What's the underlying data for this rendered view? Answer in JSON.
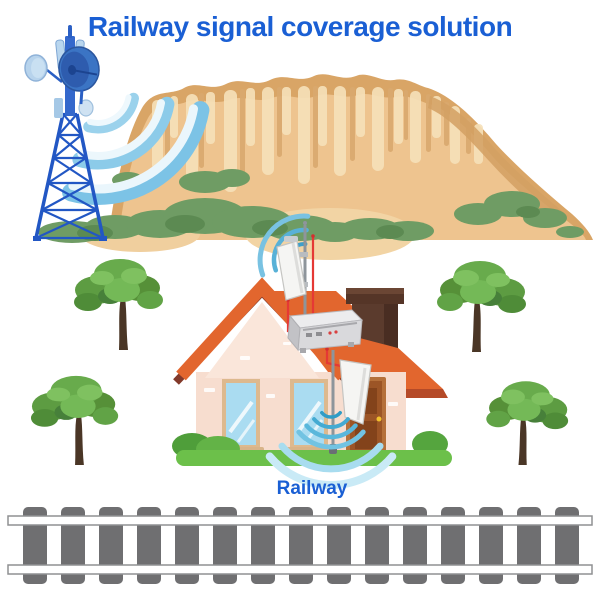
{
  "title": "Railway signal coverage solution",
  "labels": {
    "railway": "Railway"
  },
  "colors": {
    "title_blue": "#1a5fd4",
    "tower_blue": "#2257c4",
    "dish_blue": "#3b74c4",
    "signal_wave_blue": "#7cc3e6",
    "mountain_tan": "#eec48f",
    "mountain_ridge": "#d9a566",
    "cliff_stripe_light": "#f6e1ba",
    "cliff_stripe_dark": "#d9a96e",
    "vegetation_green": "#6f9c64",
    "roof_orange": "#e2662e",
    "roof_trim_maroon": "#82392a",
    "wall_pink": "#f8e0d2",
    "window_glass": "#aadcf1",
    "door_brown": "#9c5526",
    "chimney_brown": "#5b3b2d",
    "grass_green": "#6cc04a",
    "tree_foliage": "#68ab4c",
    "tree_trunk": "#4a3626",
    "antenna_white": "#f5f5f3",
    "repeater_gray": "#d9d9dc",
    "cable_red": "#e53935",
    "sleeper_gray": "#6f6f71",
    "rail_white": "#ffffff"
  },
  "scene": {
    "icons": [
      "telecom-tower-icon",
      "satellite-dish-icon",
      "signal-waves-icon",
      "panel-antenna-icon",
      "signal-repeater-icon",
      "tree-icon",
      "house-icon",
      "railway-track-icon"
    ],
    "track": {
      "sleeper_count": 15,
      "rail_count": 2
    }
  }
}
